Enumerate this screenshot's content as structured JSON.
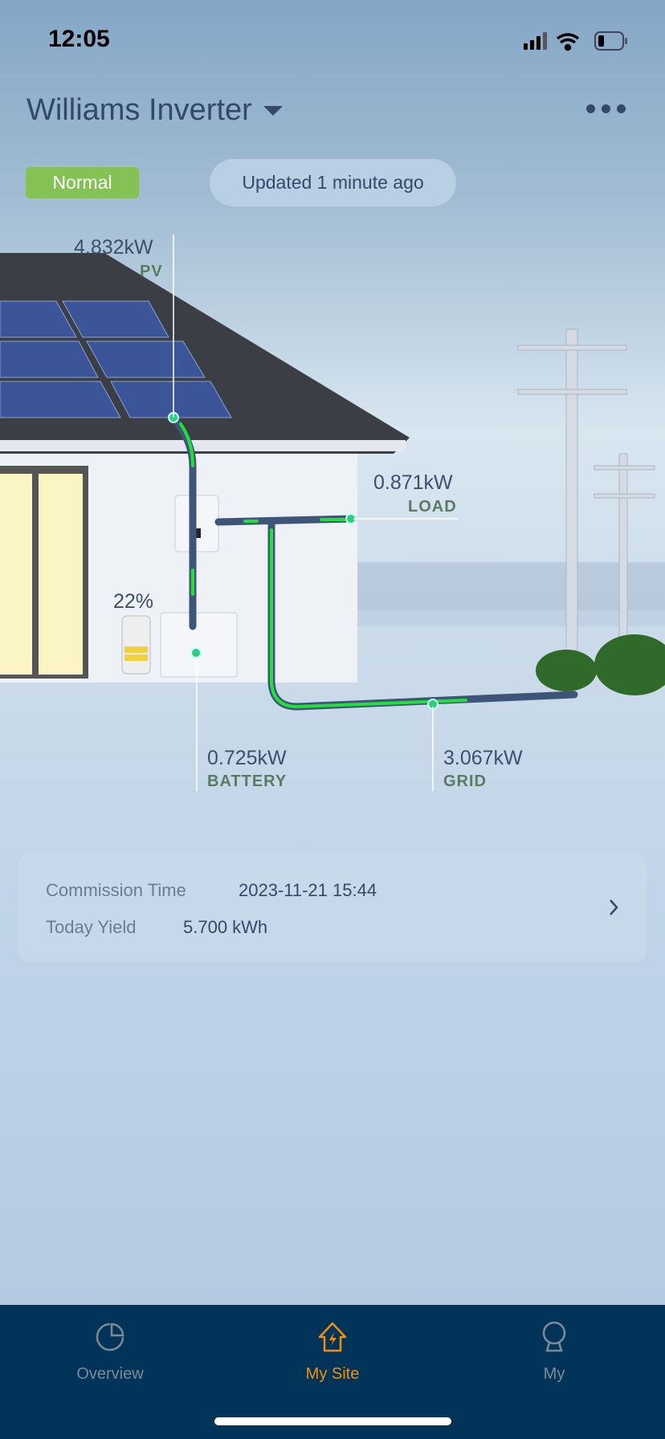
{
  "status_bar": {
    "time": "12:05"
  },
  "header": {
    "title": "Williams Inverter",
    "status_badge": "Normal",
    "updated": "Updated 1 minute ago"
  },
  "flow": {
    "pv": {
      "value": "4.832kW",
      "label": "PV"
    },
    "load": {
      "value": "0.871kW",
      "label": "LOAD"
    },
    "battery": {
      "value": "0.725kW",
      "label": "BATTERY",
      "soc": "22%",
      "soc_fraction": 0.22
    },
    "grid": {
      "value": "3.067kW",
      "label": "GRID"
    },
    "flow_color": "#22e03a",
    "pipe_color": "#3e5478"
  },
  "info_card": {
    "commission_label": "Commission Time",
    "commission_value": "2023-11-21 15:44",
    "yield_label": "Today Yield",
    "yield_value": "5.700 kWh"
  },
  "tabs": [
    {
      "label": "Overview",
      "icon": "pie-chart-icon"
    },
    {
      "label": "My Site",
      "icon": "house-bolt-icon",
      "active": true
    },
    {
      "label": "My",
      "icon": "person-icon"
    }
  ],
  "colors": {
    "accent": "#f0900a",
    "tabbar": "#02345a",
    "inactive": "#7c8a96"
  }
}
